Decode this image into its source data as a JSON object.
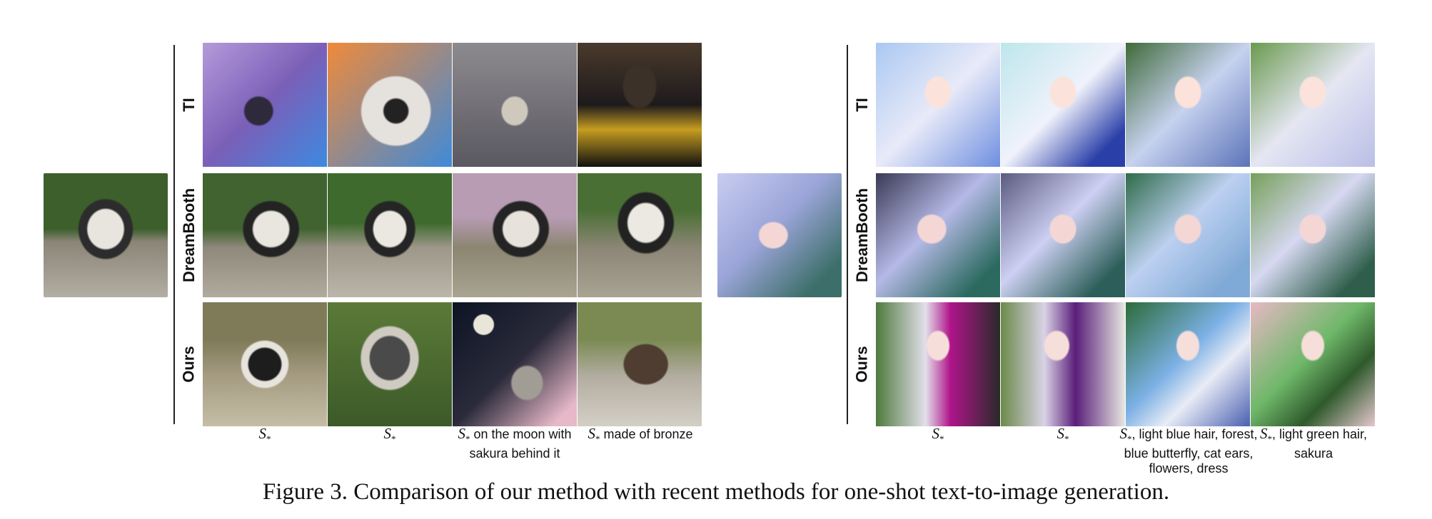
{
  "left_panel": {
    "rows": [
      "TI",
      "DreamBooth",
      "Ours"
    ],
    "reference_alt": "reference dog photo",
    "captions": [
      {
        "token": "S",
        "sub": "*",
        "text": ""
      },
      {
        "token": "S",
        "sub": "*",
        "text": ""
      },
      {
        "token": "S",
        "sub": "*",
        "text": " on the moon with sakura behind it"
      },
      {
        "token": "S",
        "sub": "*",
        "text": " made of bronze"
      }
    ]
  },
  "right_panel": {
    "rows": [
      "TI",
      "DreamBooth",
      "Ours"
    ],
    "reference_alt": "reference anime character",
    "captions": [
      {
        "token": "S",
        "sub": "*",
        "text": ""
      },
      {
        "token": "S",
        "sub": "*",
        "text": ""
      },
      {
        "token": "S",
        "sub": "*",
        "text": ", light blue hair, forest, blue butterfly, cat ears,  flowers, dress"
      },
      {
        "token": "S",
        "sub": "*",
        "text": ", light green hair, sakura"
      }
    ]
  },
  "figure_caption": "Figure 3. Comparison of our method with recent methods for one-shot text-to-image generation."
}
